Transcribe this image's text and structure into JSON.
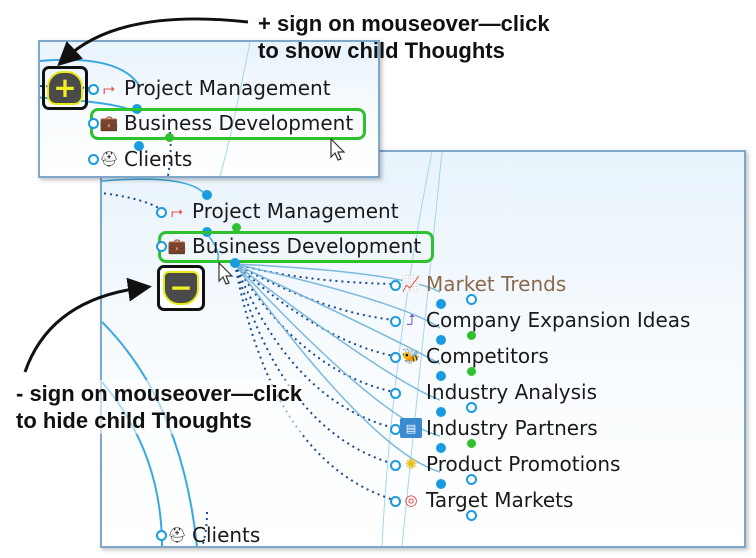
{
  "annotations": {
    "top_line1": "+ sign on mouseover—click",
    "top_line2": "to show child Thoughts",
    "bottom_line1": "- sign on mouseover—click",
    "bottom_line2": "to hide child Thoughts"
  },
  "inset": {
    "nodes": [
      "Project Management",
      "Business Development",
      "Clients"
    ],
    "expand_symbol": "+"
  },
  "main": {
    "nodes": [
      "Project Management",
      "Business Development",
      "Clients"
    ],
    "collapse_symbol": "−",
    "children": [
      {
        "label": "Market Trends",
        "icon": "chart-icon",
        "color": "#8a6a4a"
      },
      {
        "label": "Company Expansion Ideas",
        "icon": "arrow-icon"
      },
      {
        "label": "Competitors",
        "icon": "bee-icon"
      },
      {
        "label": "Industry Analysis",
        "icon": ""
      },
      {
        "label": "Industry Partners",
        "icon": "badge-icon"
      },
      {
        "label": "Product Promotions",
        "icon": "sparkle-icon"
      },
      {
        "label": "Target Markets",
        "icon": "target-icon"
      }
    ]
  },
  "colors": {
    "selected": "#2ec22e",
    "link": "#1a9be0"
  }
}
